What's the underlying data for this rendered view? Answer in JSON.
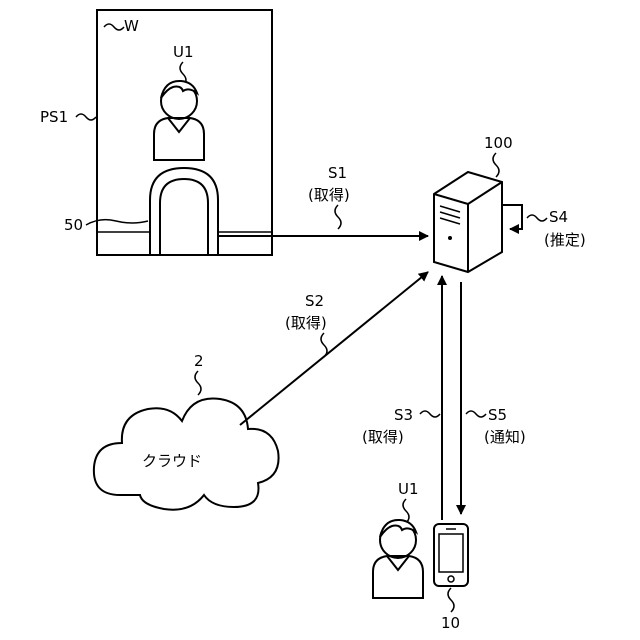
{
  "labels": {
    "workplace": "W",
    "place": "PS1",
    "user_top": "U1",
    "gate": "50",
    "server": "100",
    "cloud_ref": "2",
    "cloud_text": "クラウド",
    "user_bottom": "U1",
    "phone": "10"
  },
  "steps": {
    "s1": {
      "code": "S1",
      "text": "(取得)"
    },
    "s2": {
      "code": "S2",
      "text": "(取得)"
    },
    "s3": {
      "code": "S3",
      "text": "(取得)"
    },
    "s4": {
      "code": "S4",
      "text": "(推定)"
    },
    "s5": {
      "code": "S5",
      "text": "(通知)"
    }
  }
}
